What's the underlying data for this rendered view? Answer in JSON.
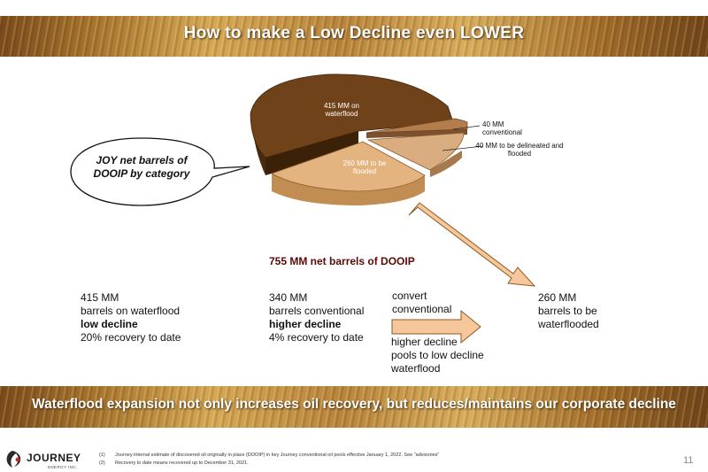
{
  "header": {
    "title": "How to make a Low Decline even LOWER"
  },
  "callout": {
    "text": "JOY net barrels of DOOIP by category"
  },
  "pie": {
    "waterflood_label": "415 MM on waterflood",
    "flooded_label": "260 MM to be flooded",
    "conventional_label": "40 MM conventional",
    "delineated_label": "40 MM to be delineated and flooded",
    "colors": {
      "waterflood": "#6f4219",
      "flooded": "#e3b480",
      "conventional": "#b57c4e",
      "delineated": "#d9ad7f"
    }
  },
  "total": {
    "text": "755 MM net barrels of DOOIP"
  },
  "col1": {
    "l1": "415 MM",
    "l2": "barrels on waterflood",
    "l3": "low decline",
    "l4": "20% recovery to date"
  },
  "col2": {
    "l1": "340 MM",
    "l2": "barrels conventional",
    "l3": "higher decline",
    "l4": "4% recovery to date"
  },
  "col3": {
    "l1": "convert",
    "l2": "conventional",
    "l3": "higher decline",
    "l4": "pools to low decline",
    "l5": "waterflood"
  },
  "col4": {
    "l1": "260 MM",
    "l2": "barrels to be",
    "l3": "waterflooded"
  },
  "footer_banner": {
    "text": "Waterflood expansion not only increases oil recovery, but reduces/maintains our corporate decline"
  },
  "footnotes": {
    "n1_num": "(1)",
    "n1": "Journey internal estimate of discovered oil originally in place (DOOIP) in key Journey conventional oil pools effective January 1, 2022. See \"advisories\"",
    "n2_num": "(2)",
    "n2": "Recovery to date means recovered up to December 31, 2021."
  },
  "logo": {
    "name": "JOURNEY",
    "sub": "ENERGY INC."
  },
  "page": {
    "number": "11"
  }
}
